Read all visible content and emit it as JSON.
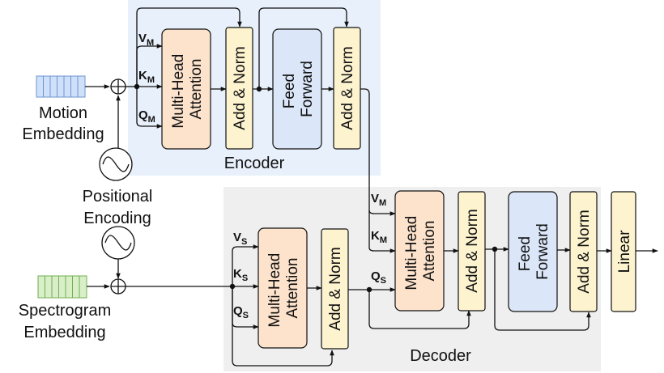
{
  "encoder": {
    "label": "Encoder",
    "attention_label": [
      "Multi-Head",
      "Attention"
    ],
    "addnorm1_label": "Add & Norm",
    "ff_label": [
      "Feed",
      "Forward"
    ],
    "addnorm2_label": "Add & Norm",
    "inputs": {
      "v": {
        "main": "V",
        "sub": "M"
      },
      "k": {
        "main": "K",
        "sub": "M"
      },
      "q": {
        "main": "Q",
        "sub": "M"
      }
    }
  },
  "decoder": {
    "label": "Decoder",
    "self_attention_label": [
      "Multi-Head",
      "Attention"
    ],
    "addnorm1_label": "Add & Norm",
    "self_inputs": {
      "v": {
        "main": "V",
        "sub": "S"
      },
      "k": {
        "main": "K",
        "sub": "S"
      },
      "q": {
        "main": "Q",
        "sub": "S"
      }
    },
    "cross_attention_label": [
      "Multi-Head",
      "Attention"
    ],
    "addnorm2_label": "Add & Norm",
    "cross_inputs": {
      "v": {
        "main": "V",
        "sub": "M"
      },
      "k": {
        "main": "K",
        "sub": "M"
      },
      "q": {
        "main": "Q",
        "sub": "S"
      }
    },
    "ff_label": [
      "Feed",
      "Forward"
    ],
    "addnorm3_label": "Add & Norm",
    "linear_label": "Linear"
  },
  "inputs": {
    "motion": [
      "Motion",
      "Embedding"
    ],
    "spectrogram": [
      "Spectrogram",
      "Embedding"
    ],
    "positional": [
      "Positional",
      "Encoding"
    ]
  },
  "colors": {
    "encoder_bg": "#e8f0fb",
    "decoder_bg": "#efefef",
    "attention_fill": "#fde3cc",
    "addnorm_fill": "#fdf3cf",
    "ff_fill": "#dbe7f8",
    "motion_emb": "#cfe0fa",
    "spec_emb": "#d8efc8"
  }
}
